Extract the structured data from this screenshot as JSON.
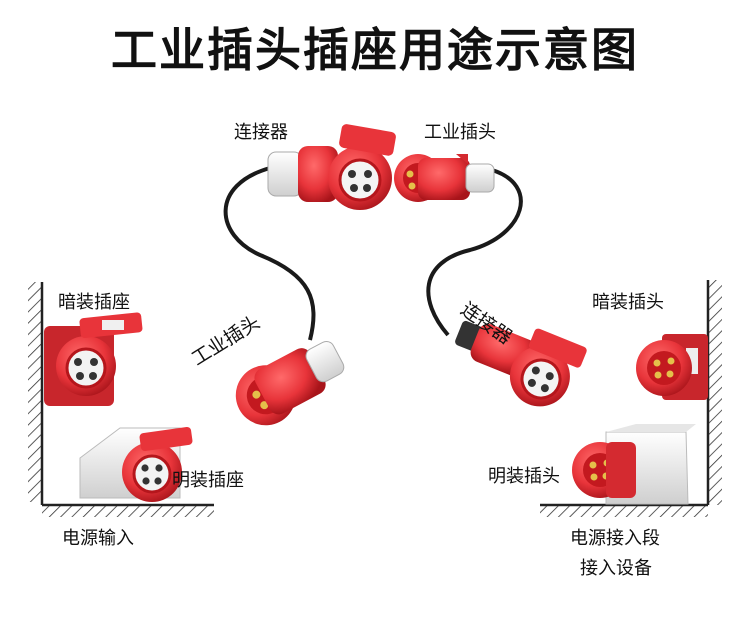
{
  "title": "工业插头插座用途示意图",
  "labels": {
    "connector_top": "连接器",
    "plug_top": "工业插头",
    "flush_socket": "暗装插座",
    "cable_plug": "工业插头",
    "surface_socket": "明装插座",
    "power_input": "电源输入",
    "cable_connector": "连接器",
    "flush_plug": "暗装插头",
    "surface_plug": "明装插头",
    "power_input_segment": "电源接入段",
    "device_input": "接入设备"
  },
  "colors": {
    "red": "#e8343a",
    "dark_red": "#b5161c",
    "white_part": "#eeeeee",
    "wall": "#222222",
    "cable": "#1a1a1a"
  }
}
